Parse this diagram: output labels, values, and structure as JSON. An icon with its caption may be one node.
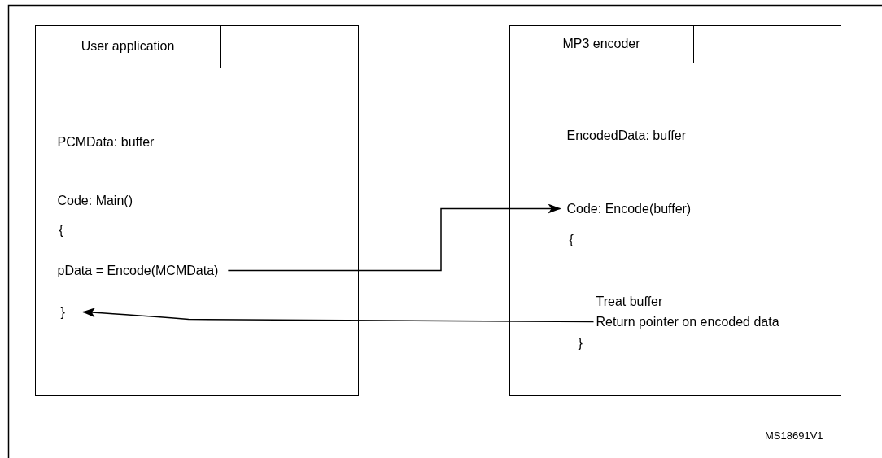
{
  "diagram": {
    "nodes": [
      {
        "text": [
          "User application"
        ]
      },
      {
        "text": [
          "PCMData: buffer"
        ],
        "in": 0
      },
      {
        "text": [
          "Code: Main()"
        ],
        "in": 0
      },
      {
        "text": [
          "{"
        ],
        "in": 0
      },
      {
        "text": [
          "pData = Encode(MCMData)"
        ],
        "in": 0
      },
      {
        "text": [
          "}"
        ],
        "in": 0
      },
      {
        "text": [
          "MP3 encoder"
        ]
      },
      {
        "text": [
          "EncodedData: buffer"
        ],
        "in": 6
      },
      {
        "text": [
          "Code: Encode(buffer)"
        ],
        "in": 6
      },
      {
        "text": [
          "{"
        ],
        "in": 6
      },
      {
        "text": [
          "Treat buffer"
        ],
        "in": 6
      },
      {
        "text": [
          "Return pointer on encoded data"
        ],
        "in": 6
      },
      {
        "text": [
          "}"
        ],
        "in": 6
      }
    ],
    "edges": [
      {
        "from": 4,
        "to": 8,
        "arrow": "to"
      },
      {
        "from": 11,
        "to": 5,
        "arrow": "to"
      }
    ],
    "labels": [
      "MS18691V1"
    ]
  }
}
